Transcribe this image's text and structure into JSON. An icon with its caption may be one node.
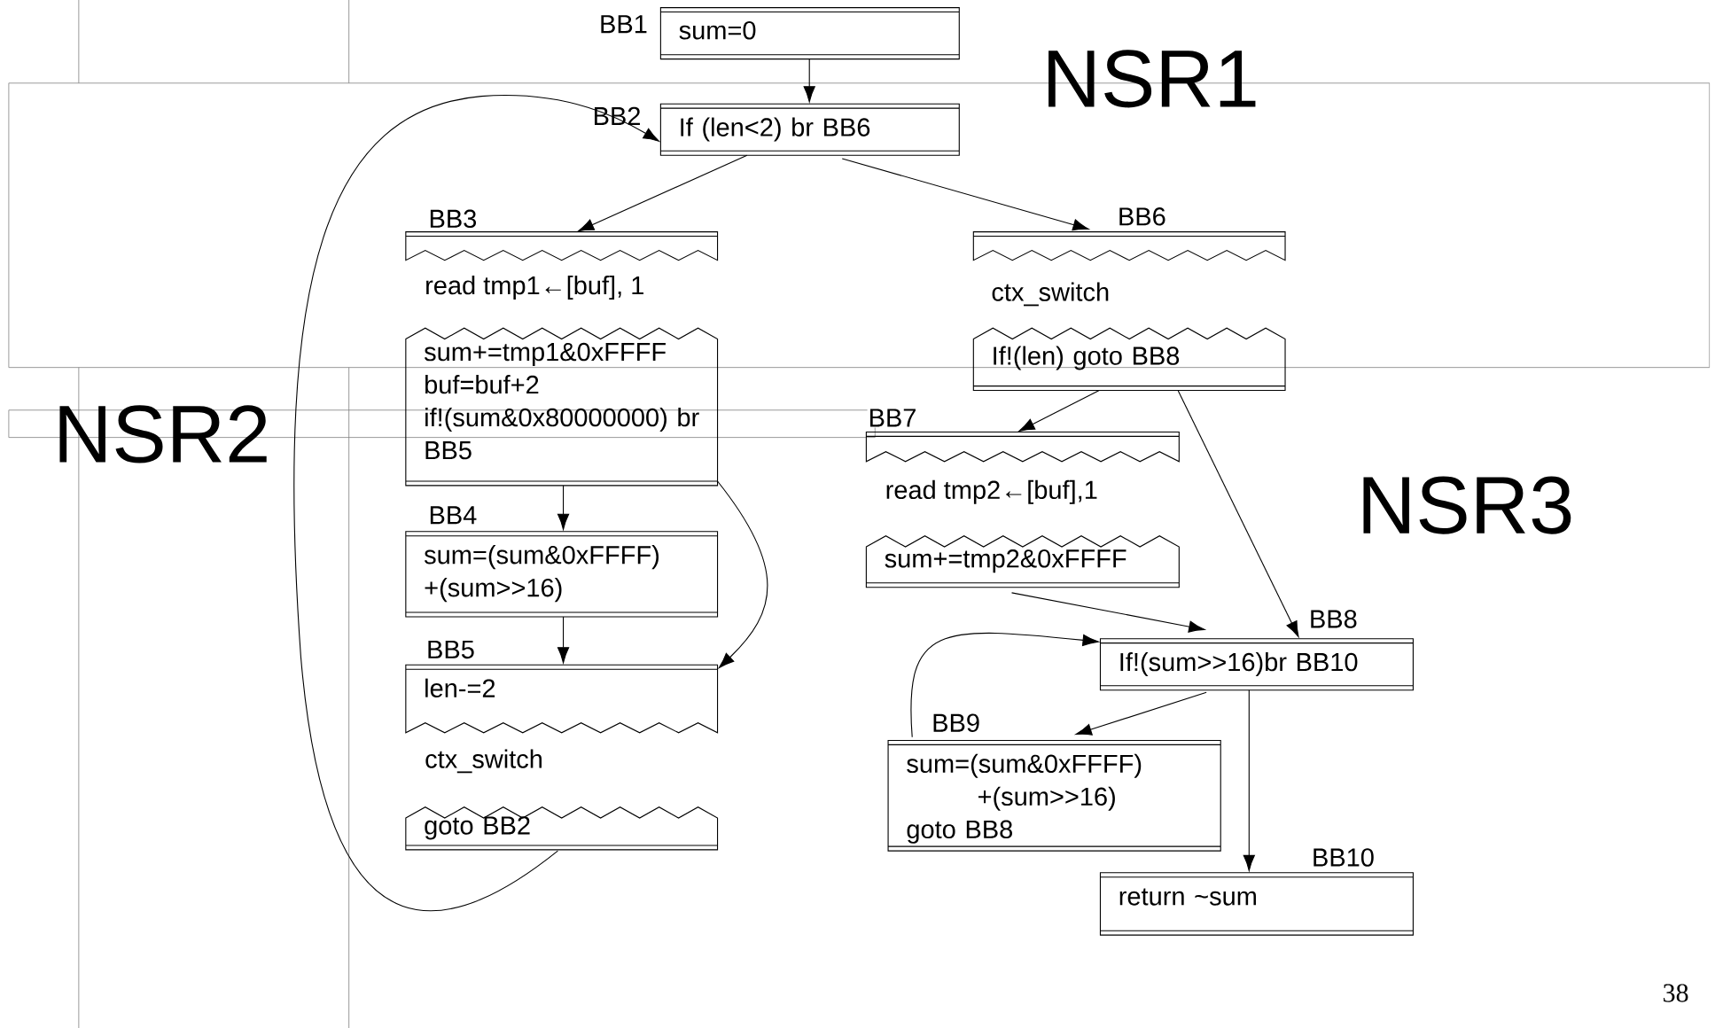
{
  "diagram": {
    "nodes": [
      {
        "text": [
          "sum=0"
        ],
        "beside": [
          "BB1"
        ]
      },
      {
        "text": [
          "If (len<2) br BB6"
        ],
        "beside": [
          "BB2"
        ]
      },
      {
        "text": [],
        "shape": "box",
        "beside": [
          "BB3"
        ]
      },
      {
        "text": [
          "sum+=tmp1&0xFFFF",
          "buf=buf+2",
          "if!(sum&0x80000000) br BB5"
        ]
      },
      {
        "text": [
          "sum=(sum&0xFFFF) +(sum>>16)"
        ],
        "beside": [
          "BB4"
        ]
      },
      {
        "text": [
          "len-=2"
        ],
        "beside": [
          "BB5"
        ]
      },
      {
        "text": [
          "goto BB2"
        ]
      },
      {
        "text": [],
        "shape": "box",
        "beside": [
          "BB6"
        ]
      },
      {
        "text": [
          "If!(len) goto BB8"
        ]
      },
      {
        "text": [],
        "shape": "box",
        "beside": [
          "BB7"
        ]
      },
      {
        "text": [
          "sum+=tmp2&0xFFFF"
        ]
      },
      {
        "text": [
          "If!(sum>>16)br BB10"
        ],
        "beside": [
          "BB8"
        ]
      },
      {
        "text": [
          "sum=(sum&0xFFFF) +(sum>>16)",
          "goto BB8"
        ],
        "beside": [
          "BB9"
        ]
      },
      {
        "text": [
          "return ~sum"
        ],
        "beside": [
          "BB10"
        ]
      }
    ],
    "edges": [
      {
        "from": 0,
        "to": 1,
        "arrow": "to"
      },
      {
        "from": 1,
        "to": 2,
        "arrow": "to"
      },
      {
        "from": 1,
        "to": 7,
        "arrow": "to"
      },
      {
        "from": 3,
        "to": 4,
        "arrow": "to"
      },
      {
        "from": 3,
        "to": 5,
        "arrow": "to"
      },
      {
        "from": 4,
        "to": 5,
        "arrow": "to"
      },
      {
        "from": 6,
        "to": 1,
        "arrow": "to"
      },
      {
        "from": 8,
        "to": 9,
        "arrow": "to"
      },
      {
        "from": 8,
        "to": 11,
        "arrow": "to"
      },
      {
        "from": 10,
        "to": 11,
        "arrow": "to"
      },
      {
        "from": 11,
        "to": 12,
        "arrow": "to"
      },
      {
        "from": 11,
        "to": 13,
        "arrow": "to"
      },
      {
        "from": 12,
        "to": 11,
        "arrow": "to"
      }
    ],
    "labels": [
      "NSR1",
      "read tmp1←[buf], 1",
      "ctx_switch",
      "NSR2",
      "read tmp2←[buf],1",
      "NSR3",
      "ctx_switch",
      "38"
    ]
  }
}
